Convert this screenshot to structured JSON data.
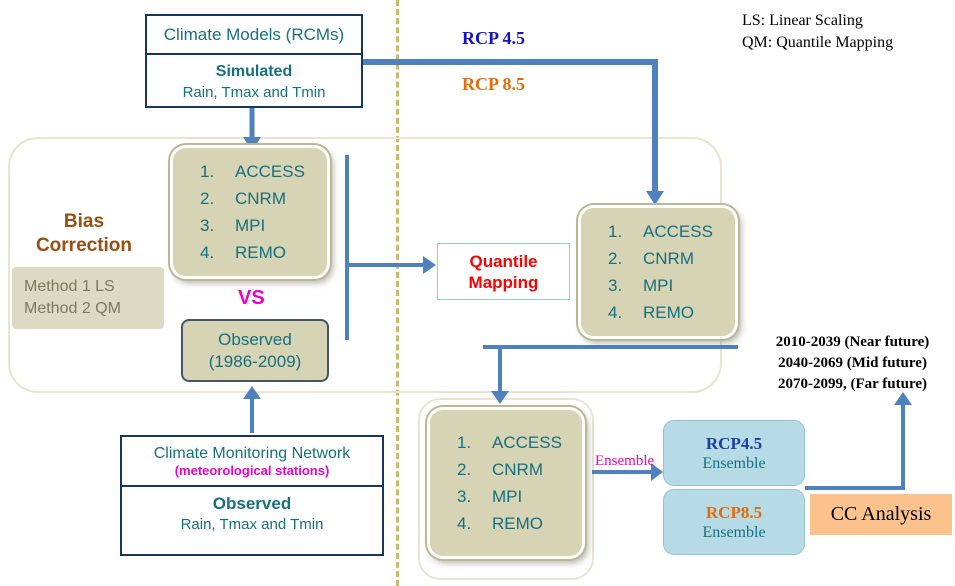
{
  "colors": {
    "teal": "#17707f",
    "navy": "#17365d",
    "arrow": "#4f81bd",
    "tan-fill": "#d7d3b5",
    "tan-border": "#bcb694",
    "cream-border": "#e9e4d2",
    "brown": "#954f10",
    "magenta": "#ee00cc",
    "red": "#ff0000",
    "rcp-blue": "#1111cc",
    "orange": "#e36c0a",
    "ensemble-fill": "#b7dbe6",
    "qm-border": "#9dc3e6",
    "peach": "#fbc28e",
    "dash": "#c9b968",
    "method-text": "#7e7a60",
    "ensemble-title-blue": "#1f3d9e"
  },
  "legend": {
    "line1": "LS: Linear Scaling",
    "line2": "QM: Quantile Mapping"
  },
  "scenario_labels": {
    "rcp45": "RCP 4.5",
    "rcp85": "RCP 8.5"
  },
  "climate_models_box": {
    "title": "Climate Models (RCMs)",
    "emphasis": "Simulated",
    "variables": "Rain, Tmax and Tmin"
  },
  "bias_correction": {
    "title": "Bias Correction",
    "method1": "Method 1 LS",
    "method2": "Method 2 QM"
  },
  "models": [
    {
      "num": "1.",
      "name": "ACCESS"
    },
    {
      "num": "2.",
      "name": "CNRM"
    },
    {
      "num": "3.",
      "name": "MPI"
    },
    {
      "num": "4.",
      "name": "REMO"
    }
  ],
  "vs_label": "VS",
  "observed_box": {
    "line1": "Observed",
    "line2": "(1986-2009)"
  },
  "monitoring_box": {
    "title": "Climate Monitoring Network",
    "subtitle": "(meteorological stations)",
    "emphasis": "Observed",
    "variables": "Rain, Tmax and Tmin"
  },
  "quantile_mapping_box": {
    "line1": "Quantile",
    "line2": "Mapping"
  },
  "future_periods": [
    "2010-2039 (Near future)",
    "2040-2069 (Mid future)",
    "2070-2099, (Far future)"
  ],
  "ensemble_flow": {
    "arrow_label": "Ensemble"
  },
  "ensemble_boxes": {
    "rcp45": {
      "title": "RCP4.5",
      "subtitle": "Ensemble"
    },
    "rcp85": {
      "title": "RCP8.5",
      "subtitle": "Ensemble"
    }
  },
  "cc_analysis_label": "CC Analysis"
}
